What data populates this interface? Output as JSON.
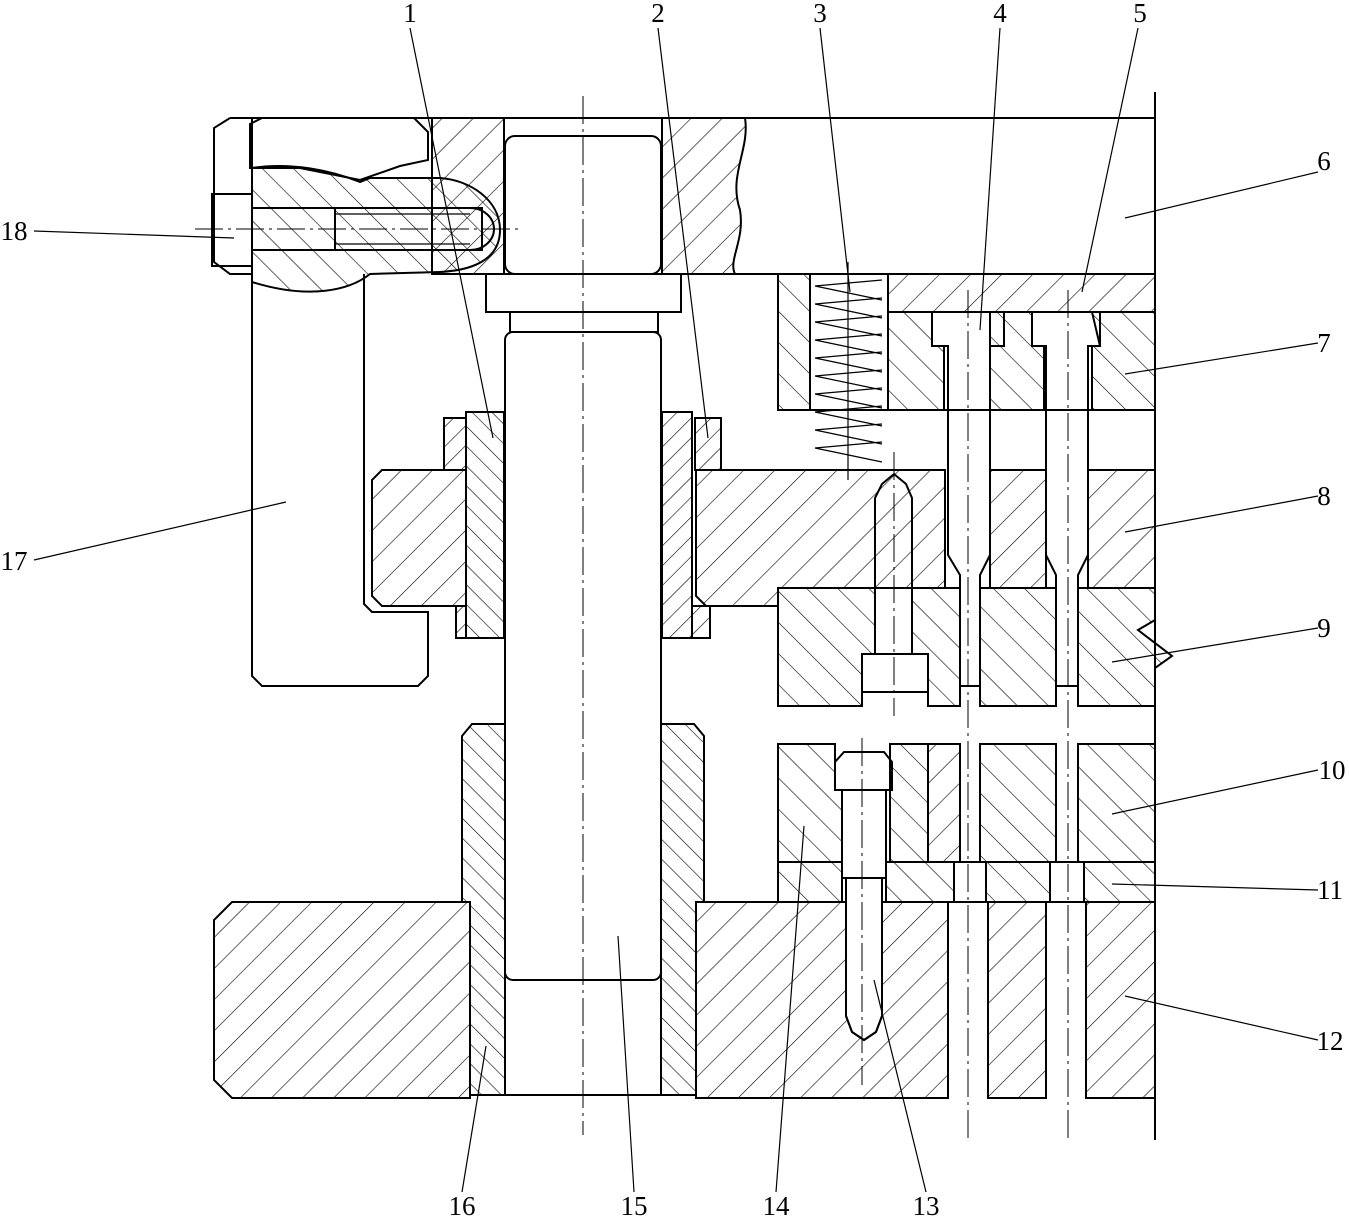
{
  "drawing": {
    "type": "die assembly cross-section",
    "callouts": [
      "1",
      "2",
      "3",
      "4",
      "5",
      "6",
      "7",
      "8",
      "9",
      "10",
      "11",
      "12",
      "13",
      "14",
      "15",
      "16",
      "17",
      "18"
    ]
  },
  "colors": {
    "line": "#000000",
    "background": "#ffffff"
  }
}
